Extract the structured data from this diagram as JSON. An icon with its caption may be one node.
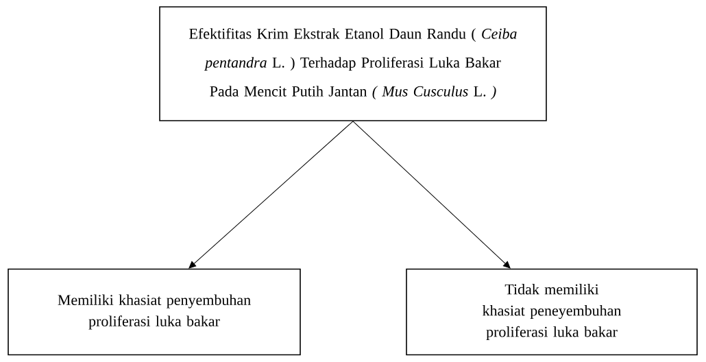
{
  "diagram": {
    "nodes": [
      {
        "text": [
          "Efektifitas Krim Ekstrak Etanol Daun Randu ( *Ceiba pentandra* L. ) Terhadap Proliferasi Luka Bakar Pada Mencit Putih Jantan *( Mus Cusculus* L. *)*"
        ]
      },
      {
        "text": [
          "Memiliki khasiat penyembuhan proliferasi luka bakar"
        ]
      },
      {
        "text": [
          "Tidak memiliki khasiat peneyembuhan proliferasi luka bakar"
        ]
      }
    ],
    "edges": [
      {
        "from": 0,
        "to": 1,
        "arrow": "to"
      },
      {
        "from": 0,
        "to": 2,
        "arrow": "to"
      }
    ]
  }
}
